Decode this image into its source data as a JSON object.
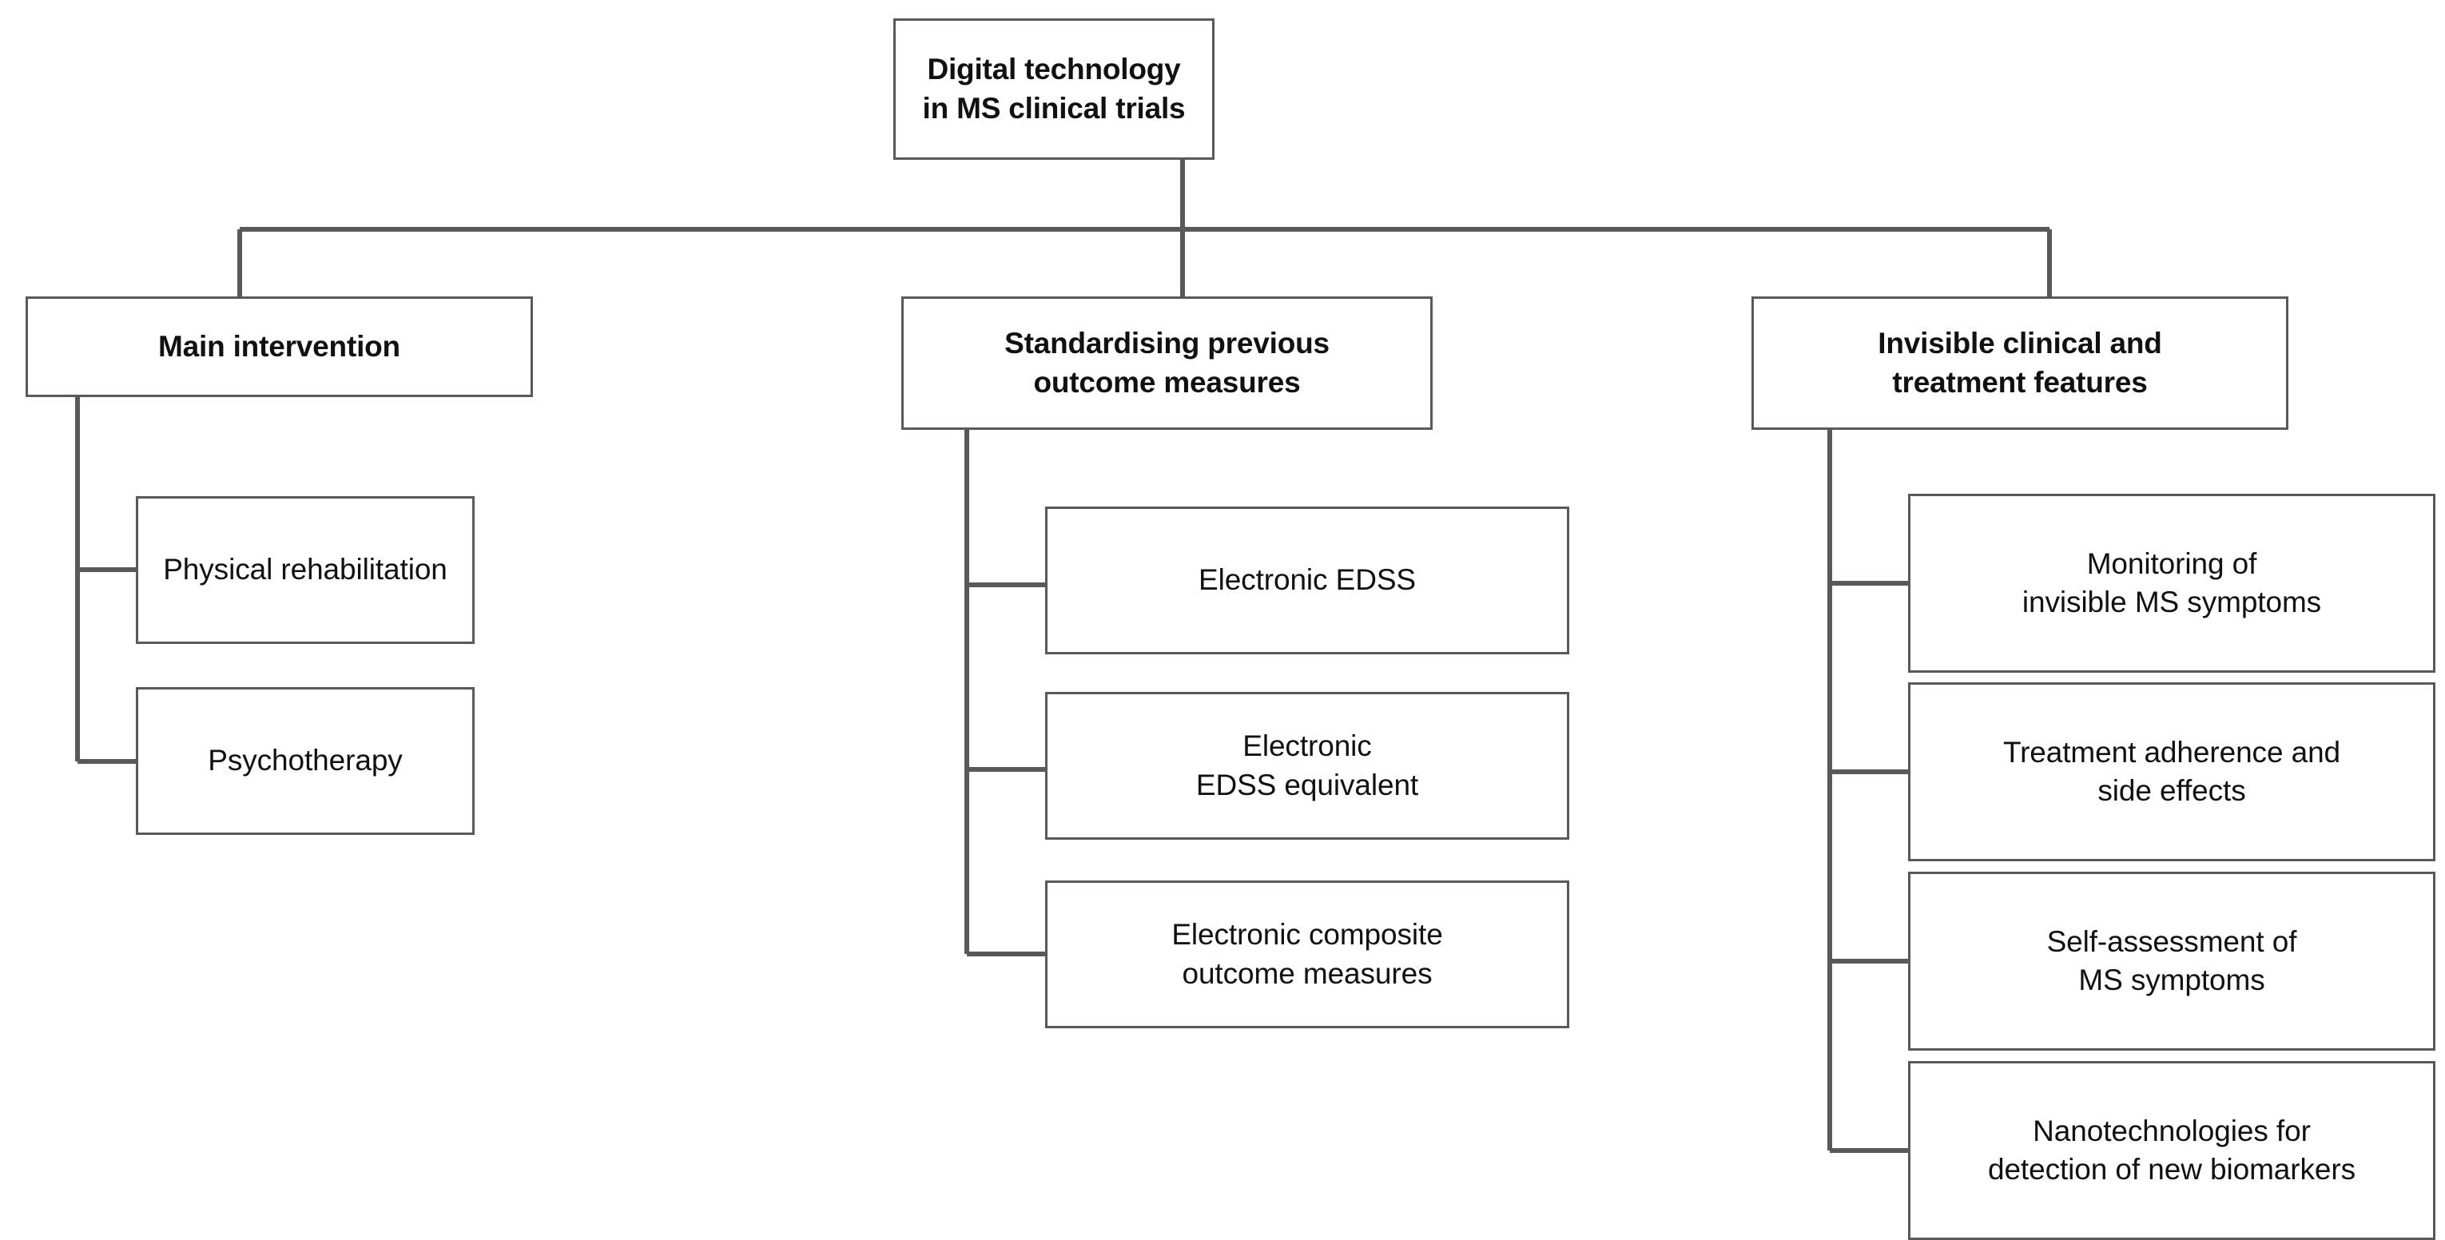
{
  "diagram": {
    "title": "Digital technology in MS clinical trials",
    "type": "hierarchy-tree",
    "orientation": "top-down-then-left-right",
    "colors": {
      "box_border": "#595959",
      "box_fill": "#FFFFFF",
      "connector": "#595959",
      "text": "#111111",
      "background": "#FFFFFF"
    },
    "root": {
      "label": "Digital technology\nin MS clinical trials",
      "bold": true
    },
    "branches": [
      {
        "id": "main-intervention",
        "label": "Main intervention",
        "bold": true,
        "children": [
          {
            "id": "physical-rehabilitation",
            "label": "Physical rehabilitation"
          },
          {
            "id": "psychotherapy",
            "label": "Psychotherapy"
          }
        ]
      },
      {
        "id": "standardising-previous-outcome-measures",
        "label": "Standardising previous\noutcome measures",
        "bold": true,
        "children": [
          {
            "id": "electronic-edss",
            "label": "Electronic EDSS"
          },
          {
            "id": "electronic-edss-equivalent",
            "label": "Electronic\nEDSS equivalent"
          },
          {
            "id": "electronic-composite-outcome-measures",
            "label": "Electronic composite\noutcome measures"
          }
        ]
      },
      {
        "id": "invisible-clinical-and-treatment-features",
        "label": "Invisible clinical and\ntreatment features",
        "bold": true,
        "children": [
          {
            "id": "monitoring-of-invisible-ms-symptoms",
            "label": "Monitoring of\ninvisible MS symptoms"
          },
          {
            "id": "treatment-adherence-and-side-effects",
            "label": "Treatment adherence and\nside effects"
          },
          {
            "id": "self-assessment-of-ms-symptoms",
            "label": "Self-assessment of\nMS symptoms"
          },
          {
            "id": "nanotechnologies-for-detection-of-new-biomarkers",
            "label": "Nanotechnologies for\ndetection of new biomarkers"
          }
        ]
      }
    ]
  }
}
